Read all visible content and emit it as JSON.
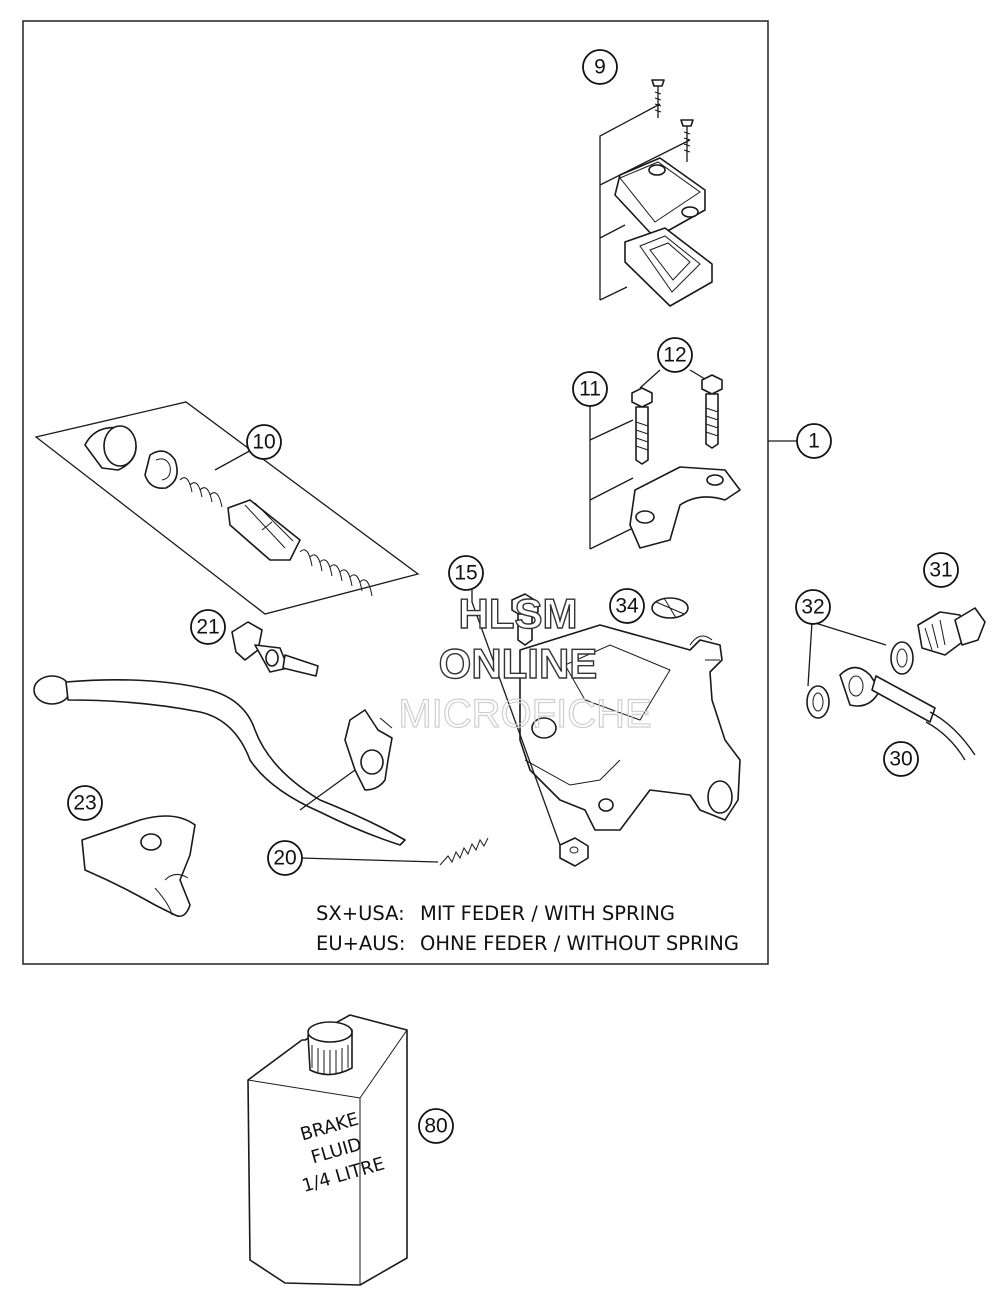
{
  "callouts": [
    "1",
    "9",
    "10",
    "11",
    "12",
    "15",
    "20",
    "21",
    "23",
    "30",
    "31",
    "32",
    "34",
    "80"
  ],
  "notes": {
    "line1_code": "SX+USA:",
    "line1_text": "MIT FEDER / WITH SPRING",
    "line2_code": "EU+AUS:",
    "line2_text": "OHNE FEDER / WITHOUT SPRING"
  },
  "can_label": [
    "BRAKE",
    "FLUID",
    "1/4 LITRE"
  ],
  "watermark": [
    "HLSM",
    "ONLINE",
    "MICROFICHE"
  ]
}
